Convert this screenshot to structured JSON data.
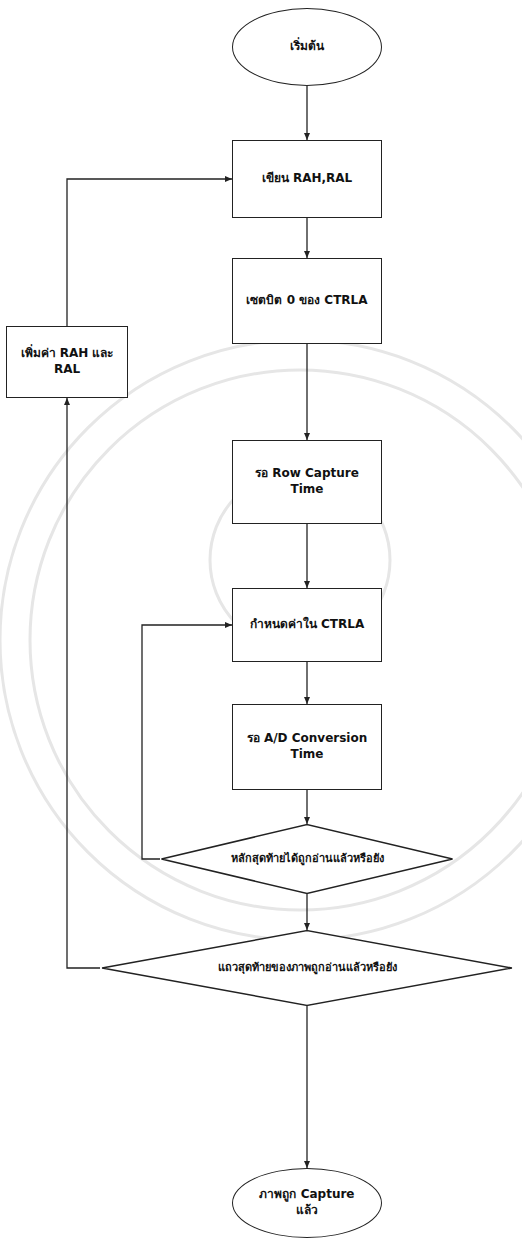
{
  "diagram": {
    "nodes": [
      {
        "text": [
          "เริ่มต้น"
        ]
      },
      {
        "text": [
          "เขียน RAH,RAL"
        ]
      },
      {
        "text": [
          "เซตบิต 0 ของ CTRLA"
        ]
      },
      {
        "text": [
          "รอ Row Capture Time"
        ]
      },
      {
        "text": [
          "กำหนดค่าใน CTRLA"
        ]
      },
      {
        "text": [
          "รอ A/D Conversion Time"
        ]
      },
      {
        "text": [
          "หลักสุดท้ายได้ถูกอ่านแล้วหรือยัง"
        ]
      },
      {
        "text": [
          "แถวสุดท้ายของภาพถูกอ่านแล้วหรือยัง"
        ]
      },
      {
        "text": [
          "เพิ่มค่า RAH และ RAL"
        ]
      },
      {
        "text": [
          "ภาพถูก Capture แล้ว"
        ]
      }
    ],
    "edges": [
      {
        "from": 0,
        "to": 1,
        "arrow": "to"
      },
      {
        "from": 1,
        "to": 2,
        "arrow": "to"
      },
      {
        "from": 2,
        "to": 3,
        "arrow": "to"
      },
      {
        "from": 3,
        "to": 4,
        "arrow": "to"
      },
      {
        "from": 4,
        "to": 5,
        "arrow": "to"
      },
      {
        "from": 5,
        "to": 6,
        "arrow": "to"
      },
      {
        "from": 6,
        "to": 4,
        "arrow": "to"
      },
      {
        "from": 6,
        "to": 7,
        "arrow": "to"
      },
      {
        "from": 7,
        "to": 8,
        "arrow": "to"
      },
      {
        "from": 8,
        "to": 1,
        "arrow": "to"
      },
      {
        "from": 7,
        "to": 9,
        "arrow": "to"
      }
    ]
  }
}
